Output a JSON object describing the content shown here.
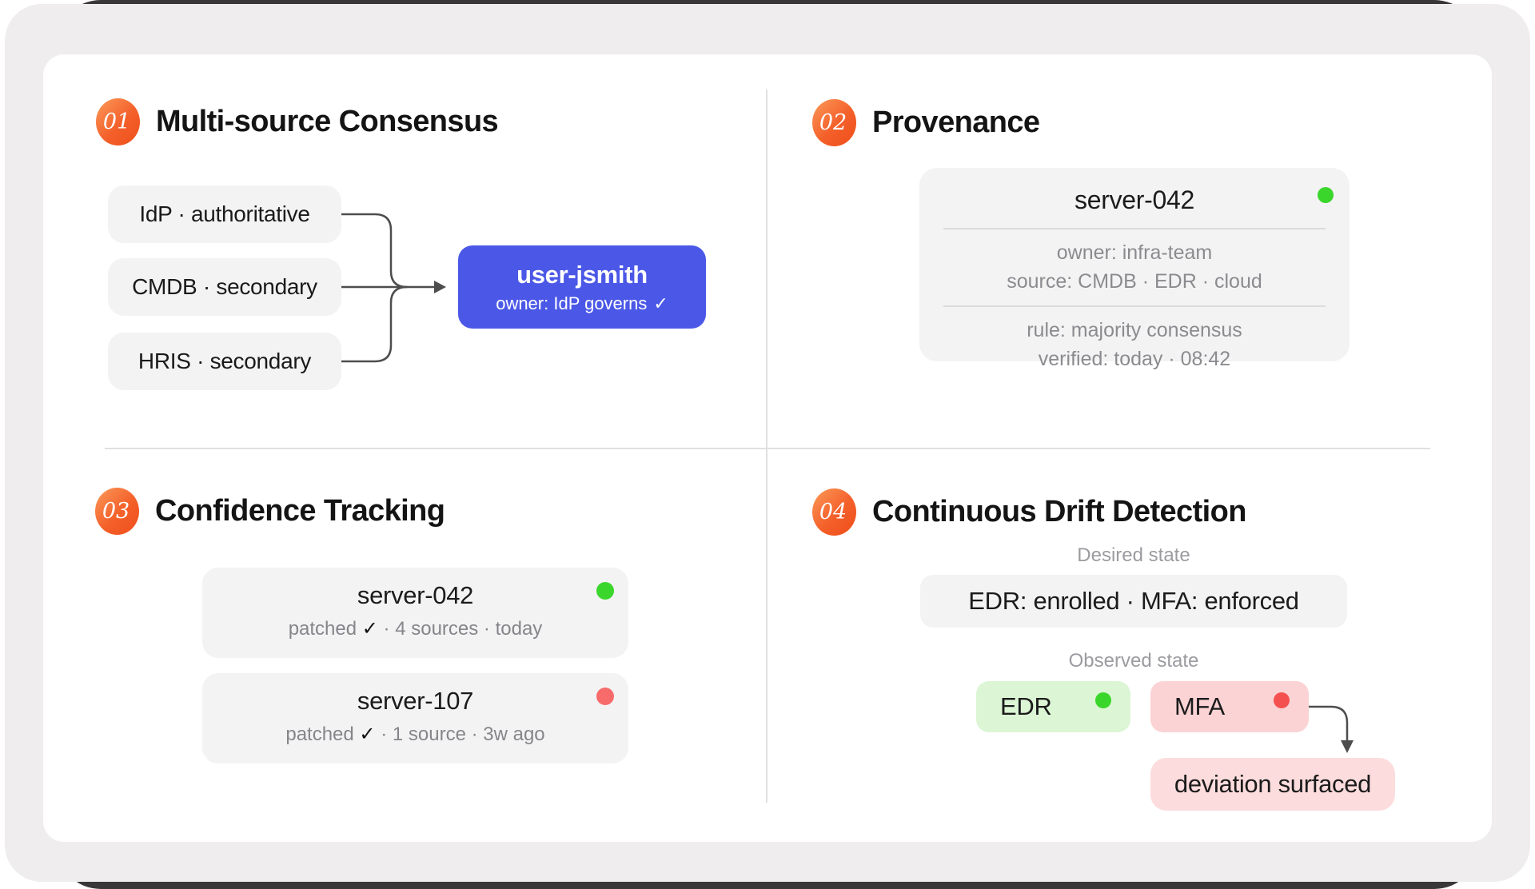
{
  "colors": {
    "accent_orange": "#F15A24",
    "target_blue": "#4B58E7",
    "green_status": "#3BD62B",
    "red_status": "#F76B6B",
    "red_status_strong": "#F4504F",
    "chip_green_bg": "#DCF6D5",
    "chip_red_bg": "#FBD3D5",
    "deviation_bg": "#FCDCDC",
    "panel_gray": "#F4F3F4"
  },
  "sections": {
    "consensus": {
      "number": "01",
      "title": "Multi-source Consensus",
      "sources": [
        {
          "label": "IdP · authoritative"
        },
        {
          "label": "CMDB · secondary"
        },
        {
          "label": "HRIS · secondary"
        }
      ],
      "target": {
        "name": "user-jsmith",
        "owner_note": "owner: IdP governs",
        "check": "✓"
      }
    },
    "provenance": {
      "number": "02",
      "title": "Provenance",
      "card": {
        "title": "server-042",
        "owner_line": "owner: infra-team",
        "source_line": "source: CMDB · EDR · cloud",
        "rule_line": "rule: majority consensus",
        "verified_line": "verified: today · 08:42"
      }
    },
    "confidence": {
      "number": "03",
      "title": "Confidence Tracking",
      "cards": [
        {
          "title": "server-042",
          "meta_before": "patched",
          "check": "✓",
          "meta_after": "· 4 sources · today",
          "status": "green"
        },
        {
          "title": "server-107",
          "meta_before": "patched",
          "check": "✓",
          "meta_after": "· 1 source · 3w ago",
          "status": "red"
        }
      ]
    },
    "drift": {
      "number": "04",
      "title": "Continuous Drift Detection",
      "desired_label": "Desired state",
      "desired_value": "EDR: enrolled · MFA: enforced",
      "observed_label": "Observed state",
      "chips": [
        {
          "label": "EDR",
          "status": "green"
        },
        {
          "label": "MFA",
          "status": "red"
        }
      ],
      "deviation_label": "deviation surfaced"
    }
  }
}
